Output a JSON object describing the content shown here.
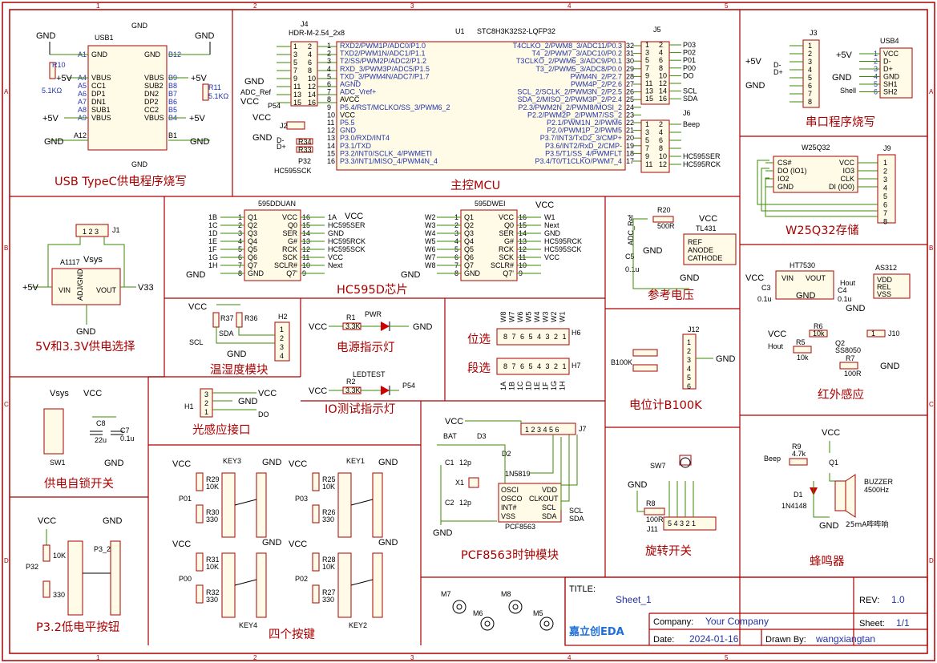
{
  "sheet": {
    "column_numbers": [
      "1",
      "2",
      "3",
      "4",
      "5"
    ],
    "row_letters": [
      "A",
      "B",
      "C",
      "D"
    ]
  },
  "sections": {
    "usb_typec": "USB TypeC供电程序烧写",
    "mcu": "主控MCU",
    "serial": "串口程序烧写",
    "w25q32": "W25Q32存储",
    "power_sel": "5V和3.3V供电选择",
    "hc595": "HC595D芯片",
    "vref": "参考电压",
    "temp": "温湿度模块",
    "pwr_led": "电源指示灯",
    "io_led": "IO测试指示灯",
    "light": "光感应接口",
    "seg_sel": "位选",
    "seg_duan": "段选",
    "pot": "电位计B100K",
    "ir": "红外感应",
    "self_lock": "供电自锁开关",
    "keys": "四个按键",
    "pcf": "PCF8563时钟模块",
    "rotary": "旋转开关",
    "p32": "P3.2低电平按钮",
    "buzzer": "蜂鸣器"
  },
  "components": {
    "usb1": "USB1",
    "usb1_pins_left": [
      "GND",
      "VBUS",
      "CC1",
      "DP1",
      "DN1",
      "SUB1",
      "VBUS"
    ],
    "usb1_pins_right": [
      "GND",
      "VBUS",
      "SUB2",
      "DN2",
      "DP2",
      "CC2",
      "VBUS"
    ],
    "usb1_pinnums_left": [
      "A1",
      "A4",
      "A5",
      "A6",
      "A7",
      "A8",
      "A9"
    ],
    "usb1_pinnums_right": [
      "B12",
      "B9",
      "B8",
      "B7",
      "B6",
      "B5",
      "B4"
    ],
    "usb1_extra": [
      "A12",
      "B1"
    ],
    "r10": "R10",
    "r10_val": "5.1KΩ",
    "r11": "R11",
    "r11_val": "5.1KΩ",
    "j4": "J4",
    "j4_type": "HDR-M-2.54_2x8",
    "u1": "U1",
    "u1_part": "STC8H3K32S2-LQFP32",
    "u1_left": [
      "RXD2/PWM1P/ADC0/P1.0",
      "TXD2/PWM1N/ADC1/P1.1",
      "T2/SS/PWM2P/ADC2/P1.2",
      "RXD_3/PWM3P/ADC5/P1.5",
      "TXD_3/PWM4N/ADC7/P1.7",
      "AGND",
      "ADC_Vref+",
      "AVCC",
      "P5.4/RST/MCLKO/SS_3/PWM6_2",
      "VCC",
      "P5.5",
      "GND",
      "P3.0/RXD/INT4",
      "P3.1/TXD",
      "P3.2/INT0/SCLK_4/PWMETI",
      "P3.3/INT1/MISO_4/PWM4N_4"
    ],
    "u1_right": [
      "T4CLKO_2/PWM8_3/ADC11/P0.3",
      "T4_2/PWM7_3/ADC10/P0.2",
      "T3CLKO_2/PWM6_3/ADC9/P0.1",
      "T3_2/PWM5_3/ADC8/P0.0",
      "PWM4N_2/P2.7",
      "PWM4P_2/P2.6",
      "SCL_2/SCLK_2/PWM3N_2/P2.5",
      "SDA_2/MISO_2/PWM3P_2/P2.4",
      "P2.3/PWM2N_2/PWM8/MOSI_2",
      "P2.2/PWM2P_2/PWM7/SS_2",
      "P2.1/PWM1N_2/PWM6",
      "P2.0/PWM1P_2/PWM5",
      "P3.7/INT3/TxD2_3/CMP+",
      "P3.6/INT2/RxD_2/CMP-",
      "P3.5/T1/SS_4/PWMFLT",
      "P3.4/T0/T1CLKO/PWM7_4"
    ],
    "j5": "J5",
    "j5_nets": [
      "P03",
      "P02",
      "P01",
      "P00",
      "DO",
      "",
      "SCL",
      "SDA"
    ],
    "j6": "J6",
    "j6_nets": [
      "Beep",
      "",
      "",
      "",
      "HC595SER",
      "HC595RCK"
    ],
    "j2": "J2",
    "r33": "R33",
    "r34": "R34",
    "p54": "P54",
    "p32": "P32",
    "adc_ref": "ADC_Ref",
    "hc595sck": "HC595SCK",
    "j3": "J3",
    "usb4": "USB4",
    "usb4_pins": [
      "VCC",
      "D-",
      "D+",
      "GND",
      "SH1",
      "SH2"
    ],
    "shell": "Shell",
    "w25q32": "W25Q32",
    "w25_left": [
      "CS#",
      "DO (IO1)",
      "IO2",
      "GND"
    ],
    "w25_right": [
      "VCC",
      "IO3",
      "CLK",
      "DI (IO0)"
    ],
    "j9": "J9",
    "j1": "J1",
    "a1117": "A1117",
    "a1117_pins": [
      "VIN",
      "ADJ/GND",
      "VOUT"
    ],
    "v33": "V33",
    "vsys": "Vsys",
    "u595a": "595DDUAN",
    "u595b": "595DWEI",
    "u595_left": [
      "Q1",
      "Q2",
      "Q3",
      "Q4",
      "Q5",
      "Q6",
      "Q7",
      "GND"
    ],
    "u595_right": [
      "VCC",
      "Q0",
      "SER",
      "G#",
      "RCK",
      "SCK",
      "SCLR#",
      "Q7'"
    ],
    "u595a_out_left": [
      "1B",
      "1C",
      "1D",
      "1E",
      "1F",
      "1G",
      "1H"
    ],
    "u595a_out_right": [
      "1A",
      "HC595SER",
      "GND",
      "HC595RCK",
      "HC595SCK",
      "VCC",
      "Next"
    ],
    "u595b_out_left": [
      "W2",
      "W3",
      "W4",
      "W5",
      "W6",
      "W7",
      "W8"
    ],
    "u595b_out_right": [
      "W1",
      "Next",
      "GND",
      "HC595RCK",
      "HC595SCK",
      "VCC"
    ],
    "r20": "R20",
    "r20_val": "500R",
    "tl431": "TL431",
    "tl431_pins": [
      "REF",
      "ANODE",
      "CATHODE"
    ],
    "c5": "C5",
    "c5_val": "0.1u",
    "ht7530": "HT7530",
    "as312": "AS312",
    "as312_pins": [
      "VDD",
      "REL",
      "VSS"
    ],
    "c3": "C3",
    "c4": "C4",
    "q2": "Q2",
    "q2_part": "SS8050",
    "r5": "R5",
    "r6": "R6",
    "r7": "R7",
    "j10": "J10",
    "hout": "Hout",
    "h2": "H2",
    "r36": "R36",
    "r37": "R37",
    "r1": "R1",
    "r2": "R2",
    "r3k3": "3.3K",
    "pwr": "PWR",
    "ledtest": "LEDTEST",
    "h6": "H6",
    "h7": "H7",
    "h6_nets": [
      "W8",
      "W7",
      "W6",
      "W5",
      "W4",
      "W3",
      "W2",
      "W1"
    ],
    "h7_nets": [
      "1A",
      "1B",
      "1C",
      "1D",
      "1E",
      "1F",
      "1G",
      "1H"
    ],
    "h1": "H1",
    "j12": "J12",
    "b100k": "B100K",
    "sw1": "SW1",
    "c7": "C7",
    "c8": "C8",
    "c8_val": "22u",
    "key1": "KEY1",
    "key2": "KEY2",
    "key3": "KEY3",
    "key4": "KEY4",
    "bat": "BAT",
    "pcf8563": "PCF8563",
    "pcf_left": [
      "OSCI",
      "OSCO",
      "INT#",
      "VSS"
    ],
    "pcf_right": [
      "VDD",
      "CLKOUT",
      "SCL",
      "SDA"
    ],
    "j7": "J7",
    "x1": "X1",
    "c1": "C1",
    "c2": "C2",
    "c12p": "12p",
    "d2": "D2",
    "d3": "D3",
    "d_part": "1N5819",
    "sw7": "SW7",
    "r8": "R8",
    "r8_val": "100R",
    "j11": "J11",
    "r9": "R9",
    "r9_val": "4.7k",
    "q1": "Q1",
    "d1": "D1",
    "d1_part": "1N4148",
    "buzzer": "BUZZER",
    "buzzer_freq": "4500Hz",
    "buzzer_note": "25mA哔哔响",
    "m5": "M5",
    "m6": "M6",
    "m7": "M7",
    "m8": "M8"
  },
  "titleblock": {
    "title_label": "TITLE:",
    "title": "Sheet_1",
    "rev_label": "REV:",
    "rev": "1.0",
    "company_label": "Company:",
    "company": "Your Company",
    "sheet_label": "Sheet:",
    "sheet": "1/1",
    "date_label": "Date:",
    "date": "2024-01-16",
    "drawn_label": "Drawn By:",
    "drawn": "wangxiangtan",
    "brand": "嘉立创EDA"
  },
  "colors": {
    "frame": "#aa0000",
    "wire": "#3b8a00",
    "text_blue": "#2233aa"
  }
}
